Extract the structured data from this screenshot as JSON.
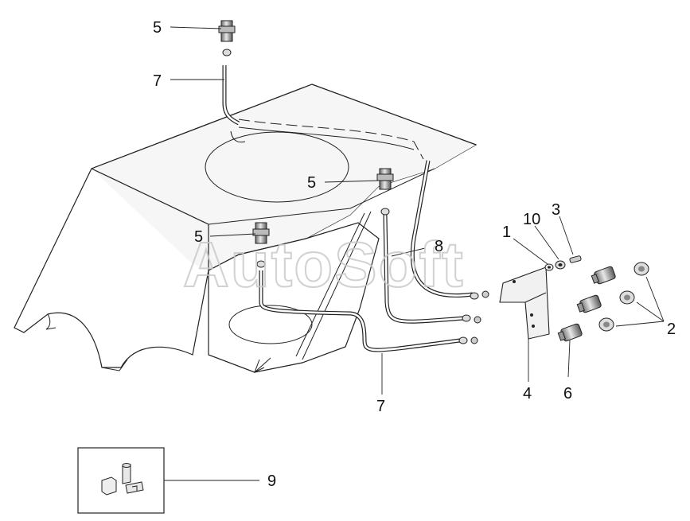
{
  "watermark": "AutoSoft",
  "callouts": {
    "c1": "1",
    "c2": "2",
    "c3": "3",
    "c4": "4",
    "c5a": "5",
    "c5b": "5",
    "c5c": "5",
    "c6": "6",
    "c7a": "7",
    "c7b": "7",
    "c8": "8",
    "c9": "9",
    "c10": "10"
  }
}
